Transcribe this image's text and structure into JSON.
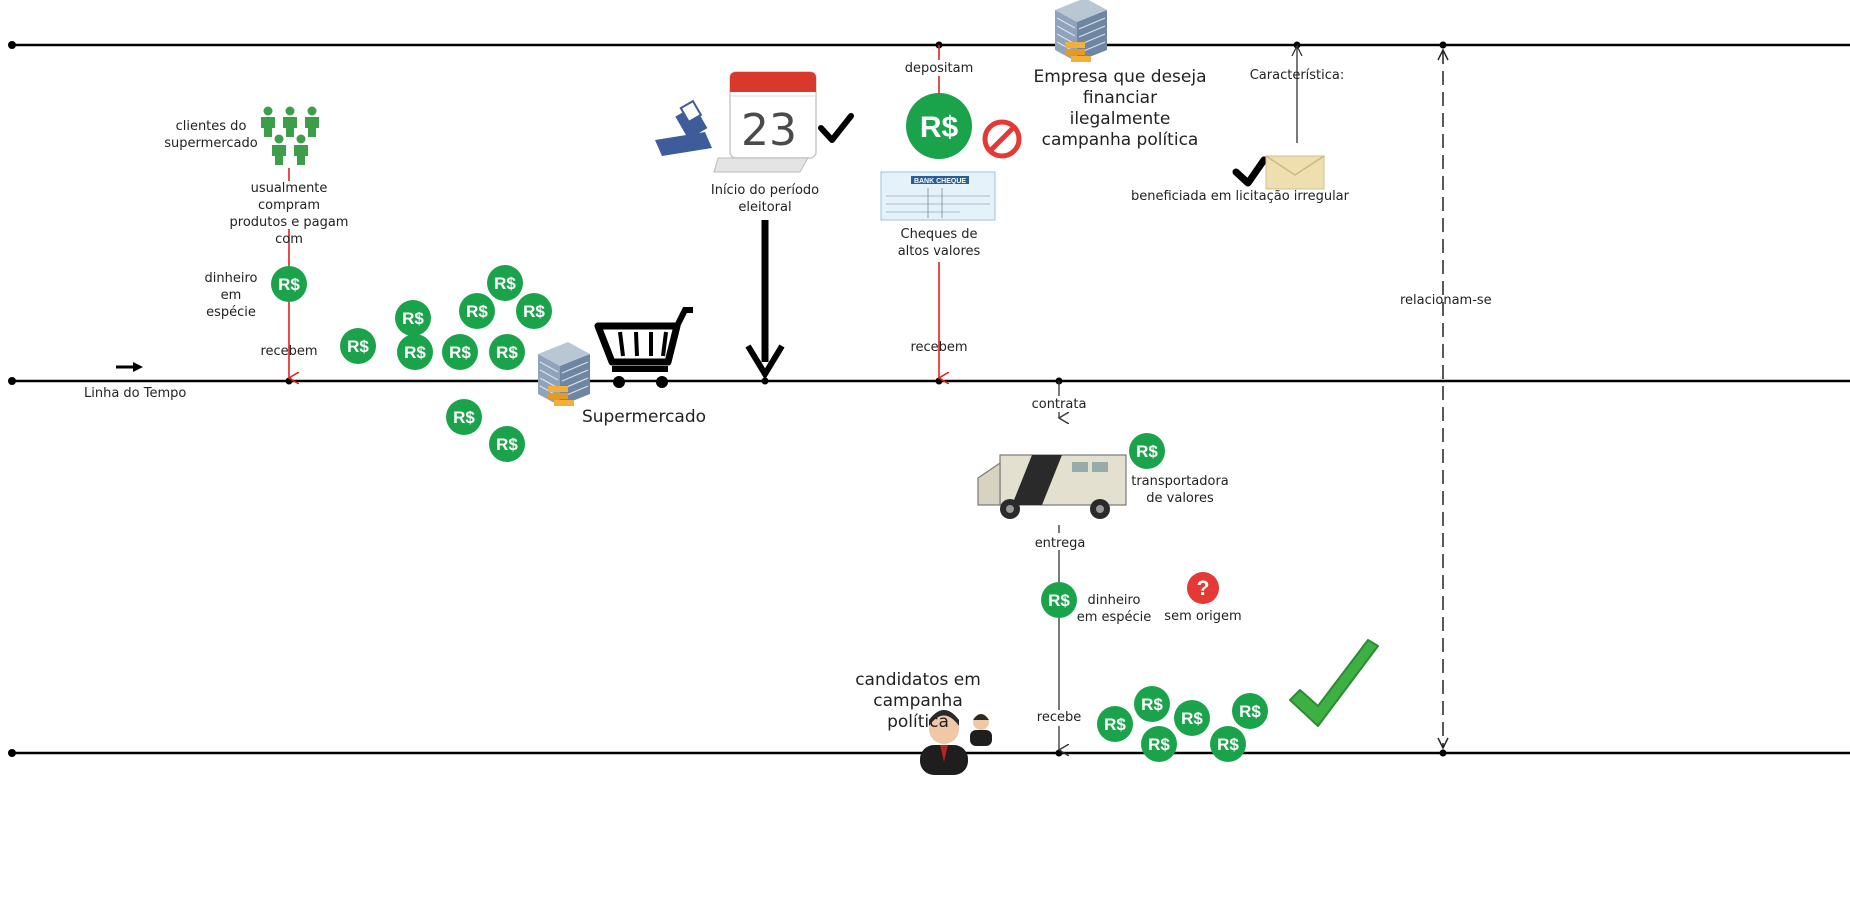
{
  "colors": {
    "timeline": "#000000",
    "flow_red": "#e02020",
    "flow_black": "#333333",
    "money_green": "#1aa34a",
    "people_green": "#3d9e4a",
    "forbidden_red": "#e53935",
    "check_green": "#3cb043"
  },
  "labels": {
    "clients": "clientes do\nsupermercado",
    "usually_buy": "usualmente compram\nprodutos e pagam\ncom",
    "cash1": "dinheiro\nem espécie",
    "receive1": "recebem",
    "timeline": "Linha do Tempo",
    "supermarket": "Supermercado",
    "electoral": "Início do período\neleitoral",
    "deposit": "depositam",
    "cheques": "Cheques de\naltos valores",
    "receive2": "recebem",
    "company": "Empresa que deseja\nfinanciar ilegalmente\ncampanha política",
    "characteristic": "Característica:",
    "irregular": "beneficiada em licitação irregular",
    "relate": "relacionam-se",
    "hires": "contrata",
    "transporter": "transportadora\nde valores",
    "delivers": "entrega",
    "cash2": "dinheiro\nem espécie",
    "no_origin": "sem origem",
    "candidates": "candidatos em\ncampanha política",
    "receives": "recebe",
    "calendar_day": "23",
    "money_symbol": "R$",
    "cheque_text": "BANK CHEQUE"
  },
  "icons": [
    "people-icon",
    "money-icon",
    "cart-icon",
    "building-icon",
    "calendar-icon",
    "ballot-icon",
    "checkmark-icon",
    "forbidden-icon",
    "cheque-icon",
    "envelope-icon",
    "armored-truck-icon",
    "question-icon",
    "businessman-icon",
    "big-check-icon",
    "arrow-icon"
  ]
}
